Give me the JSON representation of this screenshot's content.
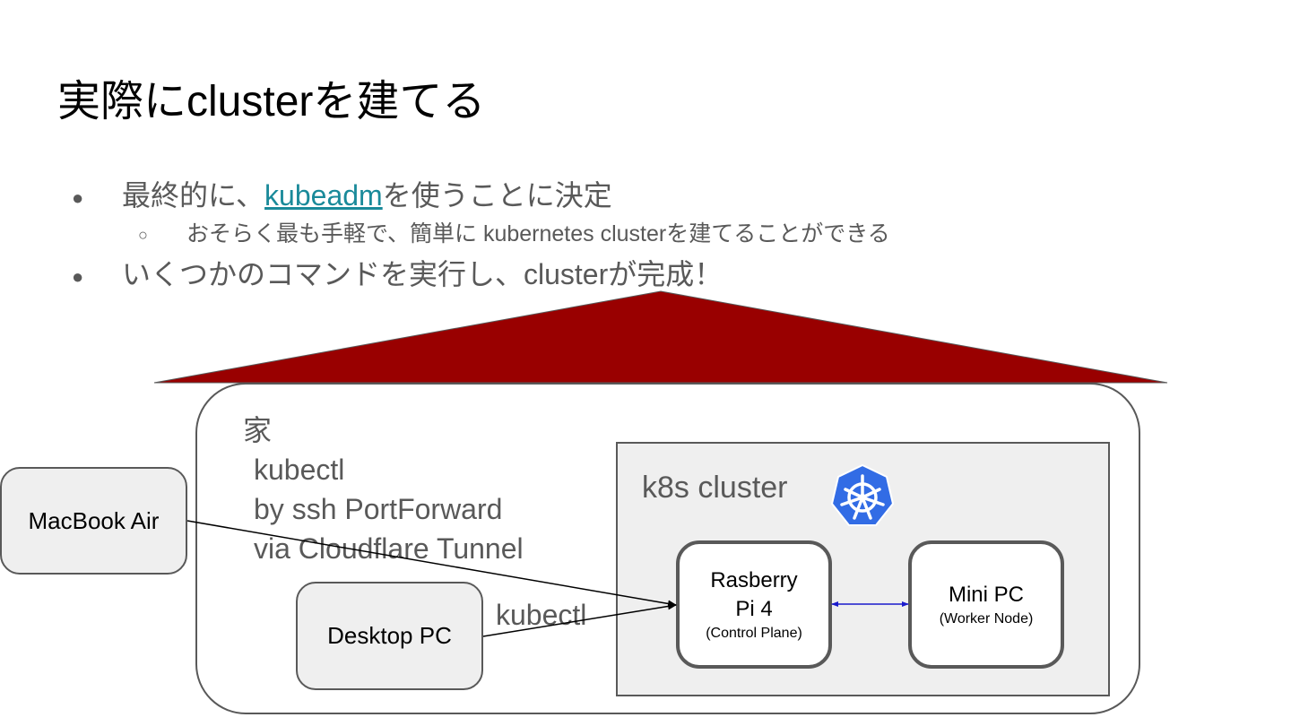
{
  "slide": {
    "title": "実際にclusterを建てる"
  },
  "bullets": {
    "item1_prefix": "最終的に、",
    "item1_link": "kubeadm",
    "item1_suffix": "を使うことに決定",
    "item1_sub": "おそらく最も手軽で、簡単に kubernetes clusterを建てることができる",
    "item2": "いくつかのコマンドを実行し、clusterが完成！",
    "bullet_glyph": "●",
    "sub_bullet_glyph": "○"
  },
  "diagram": {
    "house_label": "家",
    "kubectl_note_lines": [
      "kubectl",
      "by ssh PortForward",
      "via Cloudflare Tunnel"
    ],
    "cluster_label": "k8s cluster",
    "control_plane": {
      "name_line1": "Rasberry",
      "name_line2": "Pi 4",
      "role": "(Control Plane)"
    },
    "worker": {
      "name": "Mini PC",
      "role": "(Worker Node)"
    },
    "macbook": "MacBook Air",
    "desktop": "Desktop PC",
    "desktop_edge_label": "kubectl",
    "logo_icon": "kubernetes-helm-icon",
    "colors": {
      "roof": "#990000",
      "cluster_bg": "#efefef",
      "k8s_blue": "#326ce5",
      "link": "#1a8a9a",
      "node_link_arrow": "#1a1acc"
    }
  }
}
